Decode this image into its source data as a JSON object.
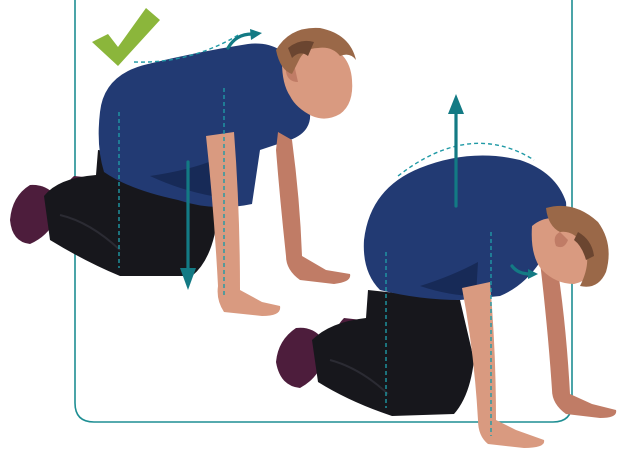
{
  "colors": {
    "frame": "#1e8e93",
    "check": "#8bb63b",
    "shirt": "#223a73",
    "shirt_shadow": "#172a57",
    "trousers": "#17171c",
    "shoes": "#4d1d3c",
    "skin": "#d99a80",
    "skin_shadow": "#c07c66",
    "hair": "#9a6848",
    "hair_dark": "#6b4530",
    "guide": "#1f99a5",
    "arrow": "#137a84"
  },
  "icons": {
    "check": "check-icon",
    "up_arrow": "arrow-up-icon",
    "down_arrow": "arrow-down-icon",
    "curve_arrow": "curved-arrow-icon"
  },
  "figures": [
    {
      "id": "figure-left",
      "pose": "back-arched-down"
    },
    {
      "id": "figure-right",
      "pose": "back-rounded-up"
    }
  ]
}
